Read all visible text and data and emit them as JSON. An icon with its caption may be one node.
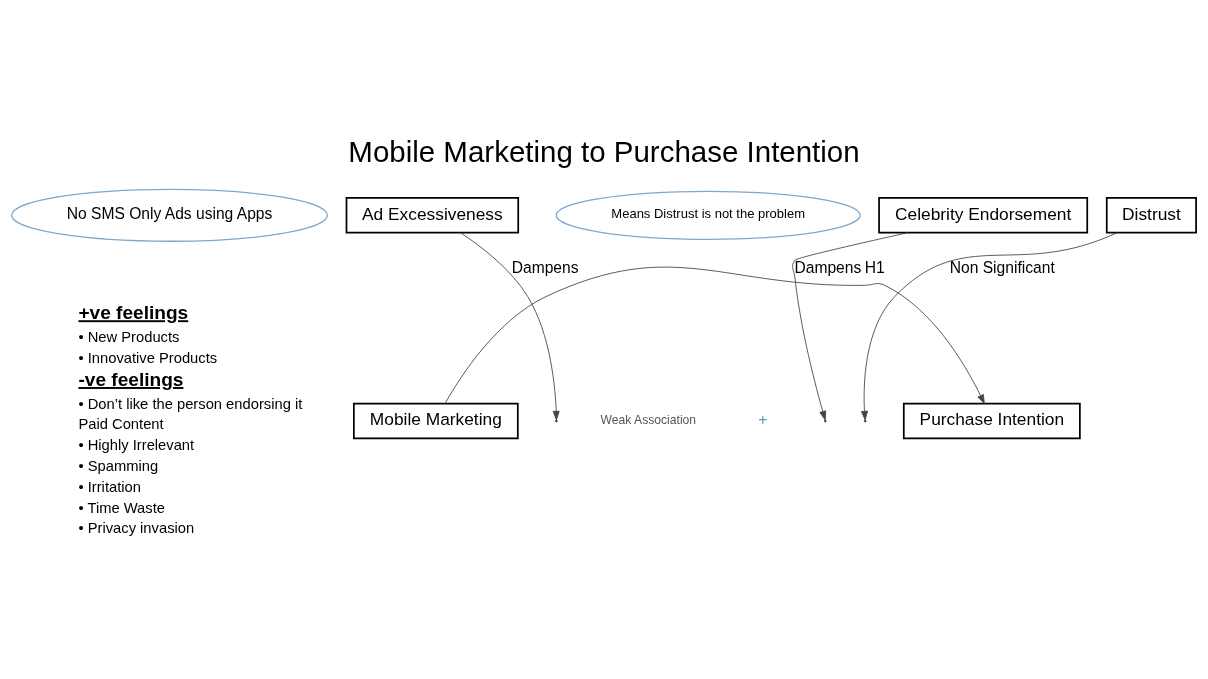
{
  "diagram": {
    "title": "Mobile Marketing to Purchase Intention",
    "nodes": [
      {
        "text": [
          "Mobile Marketing"
        ]
      },
      {
        "text": [
          "Purchase Intention"
        ]
      },
      {
        "text": [
          "Celebrity Endorsement"
        ]
      },
      {
        "text": [
          "Ad Excessiveness"
        ]
      },
      {
        "text": [
          "Distrust"
        ]
      },
      {
        "text": [
          "No SMS Only Ads using Apps"
        ]
      },
      {
        "text": [
          "Means Distrust is not the problem"
        ]
      }
    ],
    "edges": [
      {
        "from": 0,
        "to": 1,
        "arrow": "to",
        "label": "H1"
      },
      {
        "from": 2,
        "to": null,
        "arrow": "to",
        "label": "Dampens"
      },
      {
        "from": 3,
        "to": null,
        "arrow": "to",
        "label": "Dampens"
      },
      {
        "from": 4,
        "to": null,
        "arrow": "to",
        "label": "Non Significant"
      }
    ],
    "labels": [
      "+ve feelings",
      "• New Products",
      "• Innovative Products",
      "-ve feelings",
      "• Don’t like the person endorsing it",
      "Paid Content",
      "• Highly Irrelevant",
      "• Spamming",
      "• Irritation",
      "• Time Waste",
      "• Privacy invasion",
      "Weak Association",
      "+"
    ]
  }
}
